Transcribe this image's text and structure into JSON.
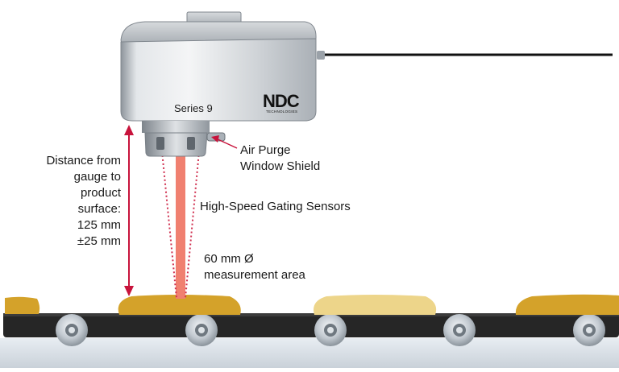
{
  "gauge": {
    "series_label": "Series 9",
    "brand_logo": "NDC",
    "brand_subtitle": "TECHNOLOGIES"
  },
  "labels": {
    "distance": [
      "Distance from",
      "gauge to",
      "product",
      "surface:",
      "125 mm",
      "±25 mm"
    ],
    "air_purge": [
      "Air Purge",
      "Window Shield"
    ],
    "gating_sensors": "High-Speed Gating Sensors",
    "measurement_area": [
      "60 mm Ø",
      "measurement area"
    ]
  },
  "colors": {
    "arrow": "#c8143c",
    "beam": "#f08070",
    "gating_dots": "#d03050",
    "product": "#d4a22a",
    "belt": "#2a2a2a",
    "roller": "#b8c0c8",
    "base": "#dde3ea",
    "gauge_body": "#c9ced3"
  }
}
